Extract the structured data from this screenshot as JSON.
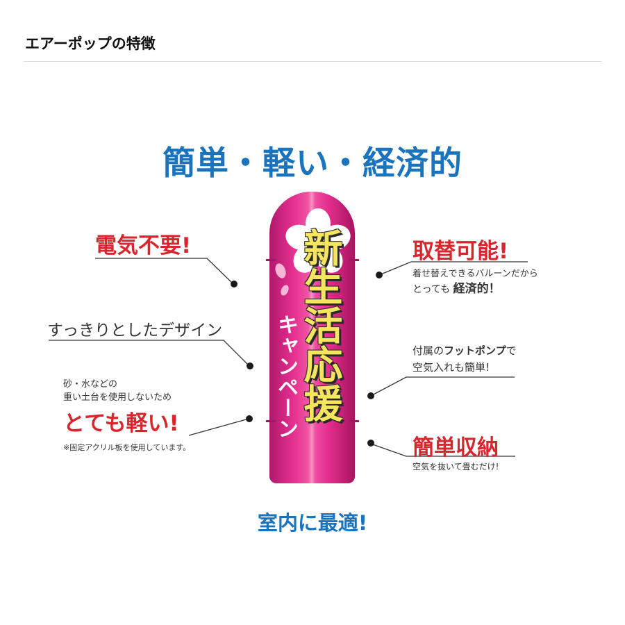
{
  "header": {
    "title": "エアーポップの特徴"
  },
  "headline": "簡単・軽い・経済的",
  "balloon": {
    "main_text": "新生活応援",
    "sub_text": "キャンペーン"
  },
  "features_left": {
    "no_power": {
      "title": "電気不要!"
    },
    "slim": {
      "title": "すっきりとしたデザイン"
    },
    "light": {
      "note_line1": "砂・水などの",
      "note_line2": "重い土台を使用しないため",
      "title": "とても軽い!",
      "footnote": "※固定アクリル板を使用しています。"
    }
  },
  "features_right": {
    "replaceable": {
      "title": "取替可能!",
      "line1": "着せ替えできるバルーンだから",
      "line2_prefix": "とっても",
      "line2_emphasis": "経済的！"
    },
    "pump": {
      "line1_prefix": "付属の",
      "line1_emphasis": "フットポンプ",
      "line1_suffix": "で",
      "line2": "空気入れも簡単!"
    },
    "storage": {
      "title": "簡単収納",
      "line1": "空気を抜いて畳むだけ!"
    }
  },
  "footer_text": "室内に最適!",
  "colors": {
    "accent_blue": "#1a73bd",
    "accent_red": "#d8262e",
    "balloon_pink": "#e5308f",
    "balloon_text_yellow": "#f6e55e"
  }
}
